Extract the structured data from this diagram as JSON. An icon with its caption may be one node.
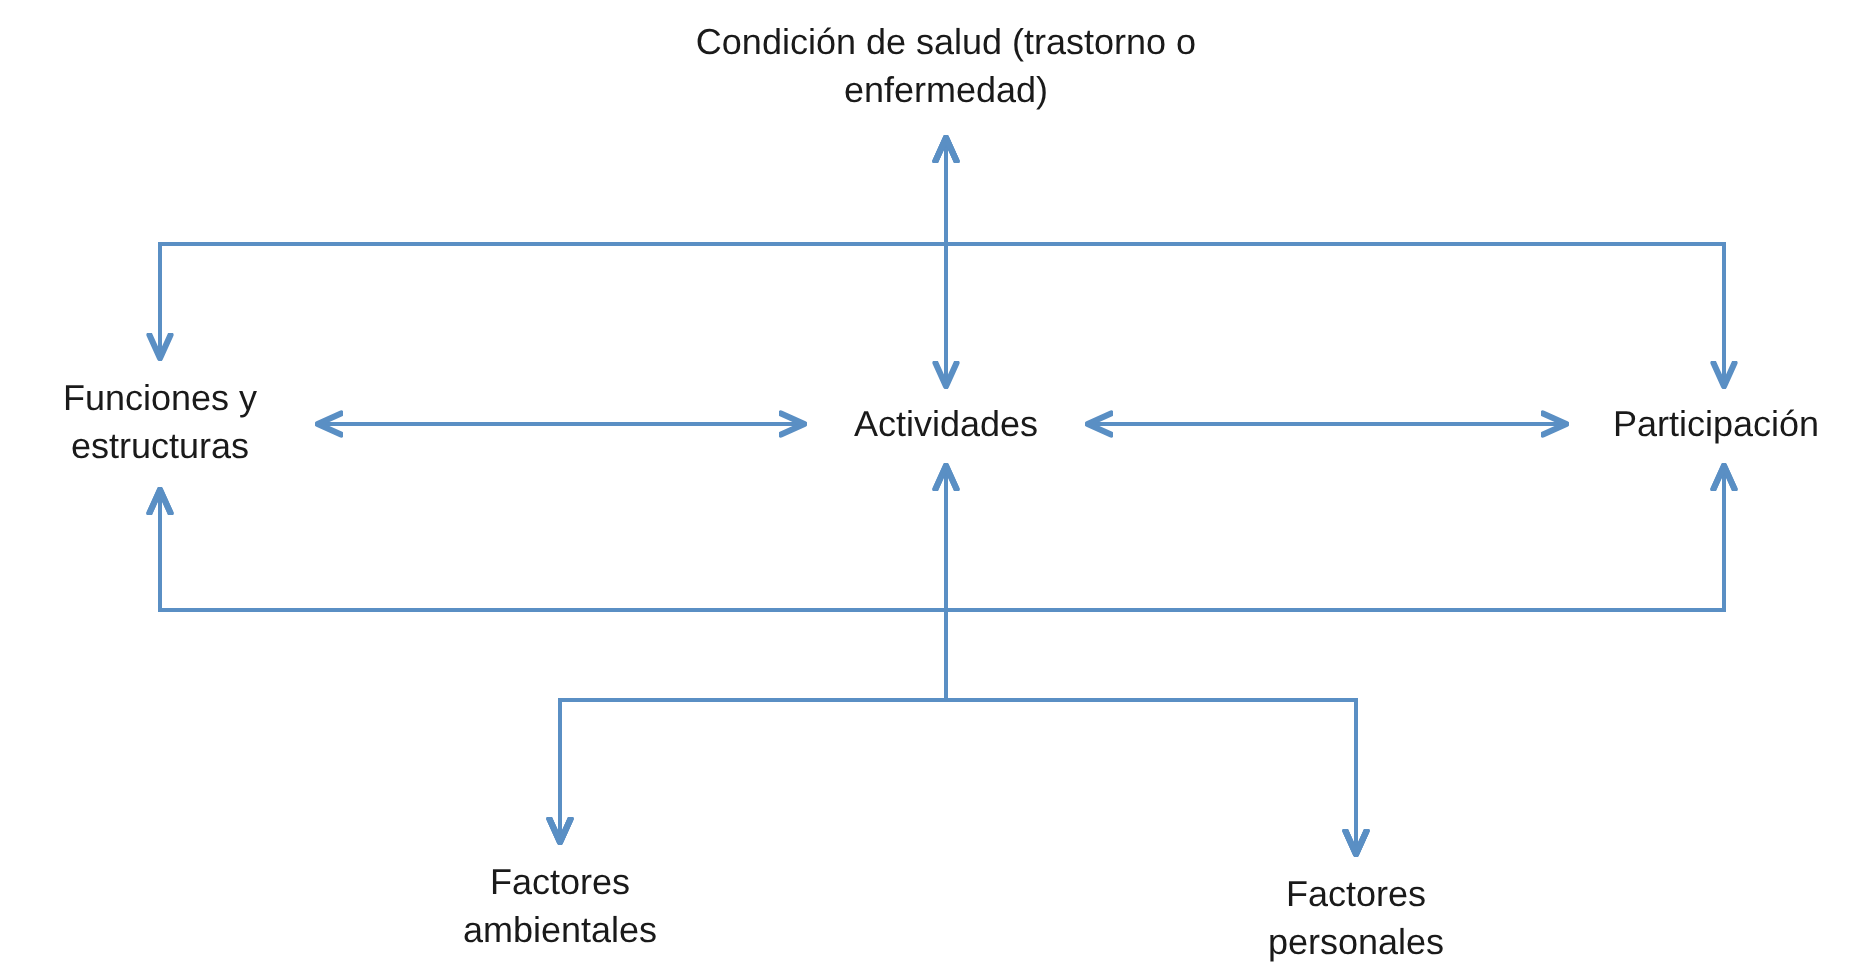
{
  "diagram": {
    "nodes": [
      {
        "text": [
          "Condición de salud (trastorno o enfermedad)"
        ]
      },
      {
        "text": [
          "Funciones y estructuras"
        ]
      },
      {
        "text": [
          "Actividades"
        ]
      },
      {
        "text": [
          "Participación"
        ]
      },
      {
        "text": [
          "Factores ambientales"
        ]
      },
      {
        "text": [
          "Factores personales"
        ]
      }
    ],
    "edges": [
      {
        "from": 0,
        "to": 2,
        "arrow": "both"
      },
      {
        "from": 0,
        "to": 1,
        "arrow": "both"
      },
      {
        "from": 0,
        "to": 3,
        "arrow": "both"
      },
      {
        "from": 1,
        "to": 2,
        "arrow": "both"
      },
      {
        "from": 2,
        "to": 3,
        "arrow": "both"
      },
      {
        "from": 4,
        "to": 2,
        "arrow": "both"
      },
      {
        "from": 4,
        "to": 1,
        "arrow": "both"
      },
      {
        "from": 4,
        "to": 3,
        "arrow": "both"
      },
      {
        "from": 5,
        "to": 2,
        "arrow": "both"
      },
      {
        "from": 5,
        "to": 1,
        "arrow": "both"
      },
      {
        "from": 5,
        "to": 3,
        "arrow": "both"
      }
    ]
  }
}
